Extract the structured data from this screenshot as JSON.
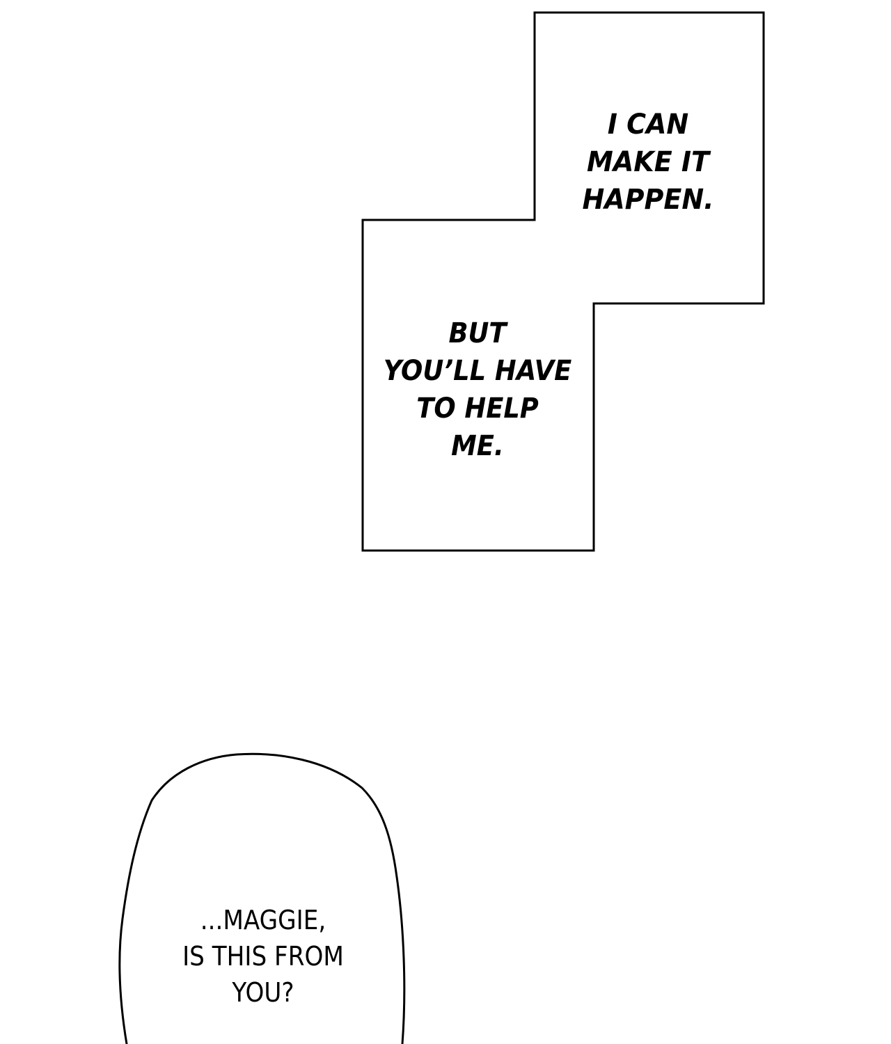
{
  "panel": {
    "caption_top": {
      "lines": [
        "I CAN",
        "MAKE IT",
        "HAPPEN."
      ]
    },
    "caption_bottom": {
      "lines": [
        "BUT",
        "YOU’LL HAVE",
        "TO HELP",
        "ME."
      ]
    },
    "speech_bubble": {
      "lines": [
        "...MAGGIE,",
        "IS THIS FROM",
        "YOU?"
      ]
    }
  },
  "colors": {
    "background": "#ffffff",
    "ink": "#000000"
  }
}
